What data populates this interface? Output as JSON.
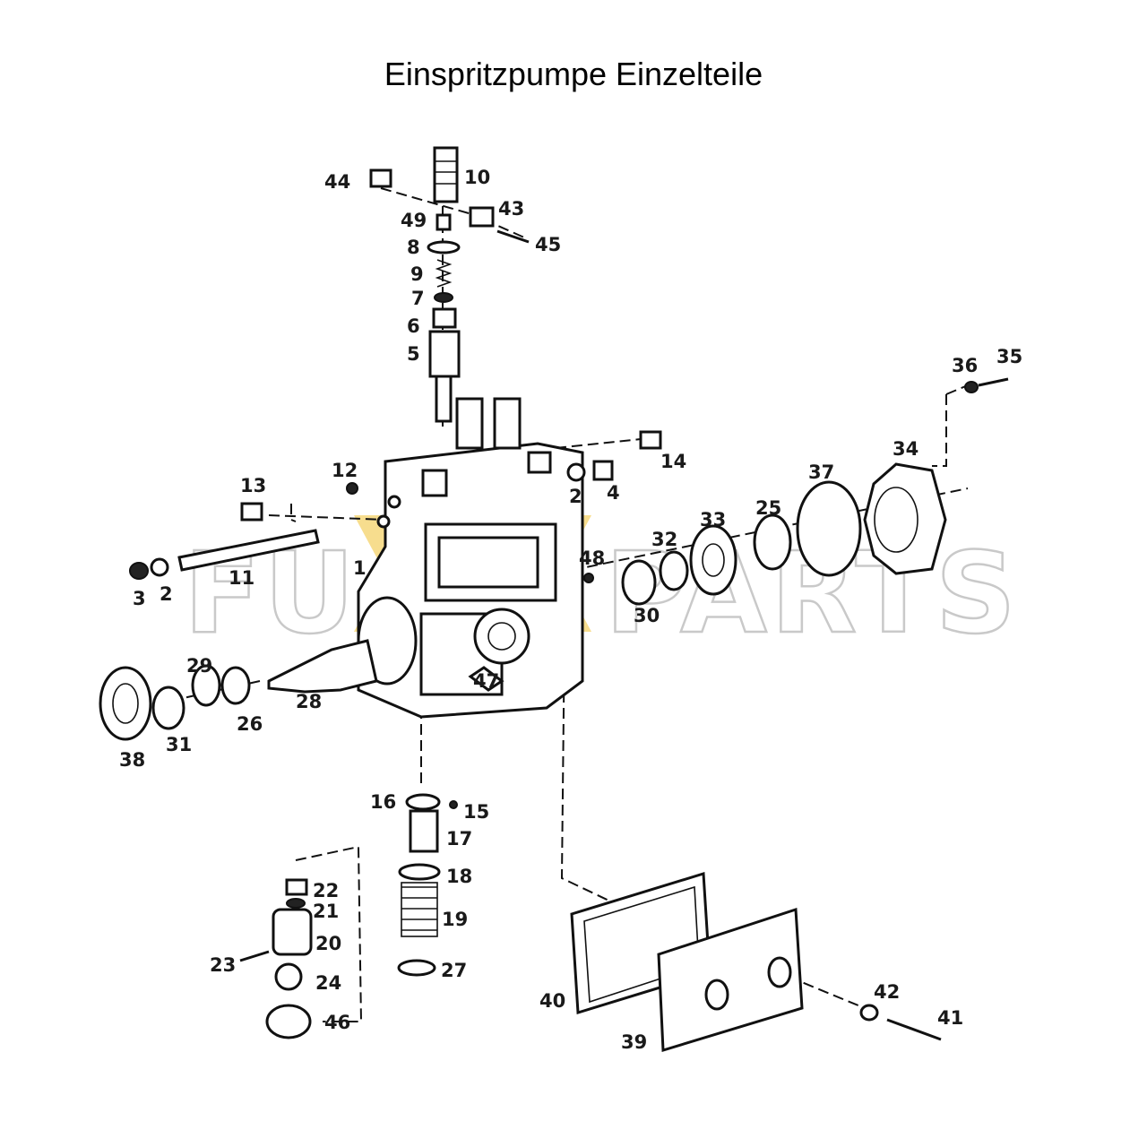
{
  "title": "Einspritzpumpe Einzelteile",
  "watermark": {
    "left": "FU",
    "right": "PARTS",
    "accent_color": "#f2c94c",
    "outline_color": "#c9c9c9"
  },
  "callouts": [
    {
      "id": "l44",
      "text": "44"
    },
    {
      "id": "l10",
      "text": "10"
    },
    {
      "id": "l49",
      "text": "49"
    },
    {
      "id": "l43",
      "text": "43"
    },
    {
      "id": "l8",
      "text": "8"
    },
    {
      "id": "l45",
      "text": "45"
    },
    {
      "id": "l9",
      "text": "9"
    },
    {
      "id": "l7",
      "text": "7"
    },
    {
      "id": "l6",
      "text": "6"
    },
    {
      "id": "l5",
      "text": "5"
    },
    {
      "id": "l36",
      "text": "36"
    },
    {
      "id": "l35",
      "text": "35"
    },
    {
      "id": "l34",
      "text": "34"
    },
    {
      "id": "l14",
      "text": "14"
    },
    {
      "id": "l12",
      "text": "12"
    },
    {
      "id": "l13",
      "text": "13"
    },
    {
      "id": "l37",
      "text": "37"
    },
    {
      "id": "l2a",
      "text": "2"
    },
    {
      "id": "l4",
      "text": "4"
    },
    {
      "id": "l33",
      "text": "33"
    },
    {
      "id": "l25",
      "text": "25"
    },
    {
      "id": "l32",
      "text": "32"
    },
    {
      "id": "l11",
      "text": "11"
    },
    {
      "id": "l1",
      "text": "1"
    },
    {
      "id": "l48",
      "text": "48"
    },
    {
      "id": "l3",
      "text": "3"
    },
    {
      "id": "l2b",
      "text": "2"
    },
    {
      "id": "l30",
      "text": "30"
    },
    {
      "id": "l29",
      "text": "29"
    },
    {
      "id": "l28",
      "text": "28"
    },
    {
      "id": "l47",
      "text": "47"
    },
    {
      "id": "l26",
      "text": "26"
    },
    {
      "id": "l31",
      "text": "31"
    },
    {
      "id": "l38",
      "text": "38"
    },
    {
      "id": "l16",
      "text": "16"
    },
    {
      "id": "l15",
      "text": "15"
    },
    {
      "id": "l17",
      "text": "17"
    },
    {
      "id": "l22",
      "text": "22"
    },
    {
      "id": "l18",
      "text": "18"
    },
    {
      "id": "l21",
      "text": "21"
    },
    {
      "id": "l19",
      "text": "19"
    },
    {
      "id": "l20",
      "text": "20"
    },
    {
      "id": "l23",
      "text": "23"
    },
    {
      "id": "l27",
      "text": "27"
    },
    {
      "id": "l24",
      "text": "24"
    },
    {
      "id": "l46",
      "text": "46"
    },
    {
      "id": "l42",
      "text": "42"
    },
    {
      "id": "l40",
      "text": "40"
    },
    {
      "id": "l41",
      "text": "41"
    },
    {
      "id": "l39",
      "text": "39"
    }
  ]
}
